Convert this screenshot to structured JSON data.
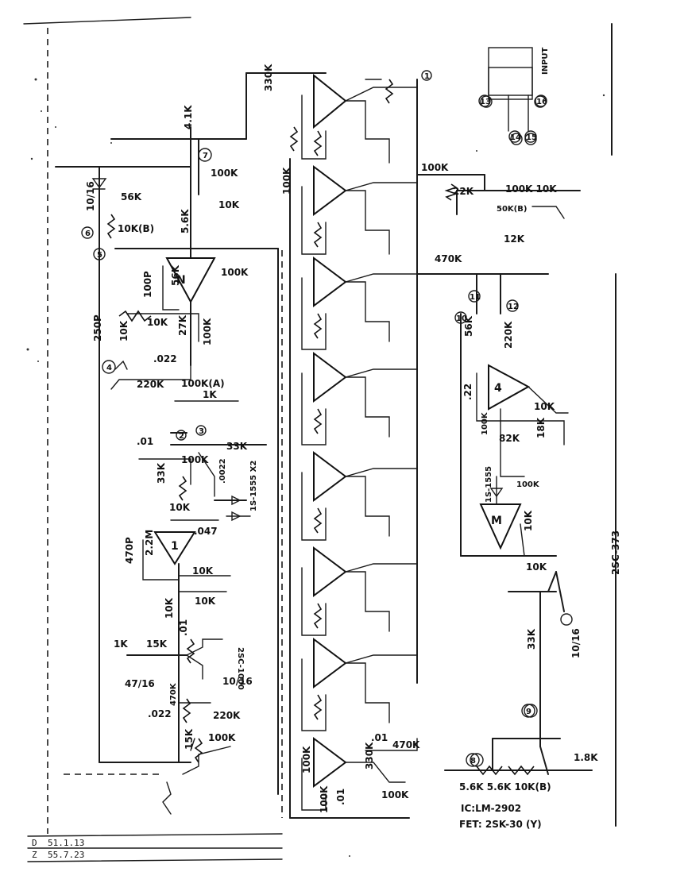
{
  "colors": {
    "ink": "#1a1a1a",
    "paper": "#ffffff"
  },
  "icons": [
    "op-amp-triangle",
    "resistor-zigzag",
    "capacitor",
    "diode",
    "transistor",
    "switch",
    "ground"
  ],
  "labels": {
    "r_330k_top": "330K",
    "r_100k_b2": "100K",
    "r_100k_top_right": "100K",
    "r_22k": "22K",
    "r_100k_10k": "100K 10K",
    "r_50k_b": "50K(B)",
    "r_12k": "12K",
    "r_470k_mid": "470K",
    "r_41k": "4.1K",
    "r_100k_q": "100K",
    "r_10k_q": "10K",
    "r_56k_l": "56K",
    "r_10k_b": "10K(B)",
    "r_56k_v": "5.6K",
    "c_1016": "10/16",
    "r_100k_n": "100K",
    "c_100p": "100P",
    "r_56k_n": "56K",
    "c_250p": "250P",
    "r_10k_a": "10K",
    "r_10k_b2": "10K",
    "r_27k": "27K",
    "r_100k_c": "100K",
    "c_022": ".022",
    "r_220k": "220K",
    "r_100k_a": "100K(A)",
    "r_1k": "1K",
    "c_01": ".01",
    "r_33k": "33K",
    "r_100k_d": "100K",
    "r_33k_v": "33K",
    "c_0022": ".0022",
    "r_10k_e": "10K",
    "c_047": ".047",
    "c_470p": "470P",
    "r_22m": "2.2M",
    "amp_n": "N",
    "amp_4": "4",
    "amp_m": "M",
    "amp_1": "1",
    "r_10k_f": "10K",
    "r_10k_g": "10K",
    "r_10k_h": "10K",
    "c_01_b": ".01",
    "r_1k_b": "1K",
    "r_15k": "15K",
    "t_2sc1000": "2SC-1000",
    "c_4716": "47/16",
    "r_470k_b": "470K",
    "c_1016_b": "10/16",
    "c_022_b": ".022",
    "r_220k_b": "220K",
    "r_15k_b": "15K",
    "r_100k_e": "100K",
    "r_56k_11": "56K",
    "r_220k_12": "220K",
    "c_22": ".22",
    "r_10k_r": "10K",
    "r_100k_r": "100K",
    "r_82k": "82K",
    "r_18k": "18K",
    "r_100k_r2": "100K",
    "d_1s1555": "1S-1555",
    "r_10k_m": "10K",
    "r_10k_m2": "10K",
    "t_2sc373": "2SC-373",
    "r_33k_r": "33K",
    "c_1016_r": "10/16",
    "r_18k_r": "1.8K",
    "r_bottom": "5.6K 5.6K 10K(B)",
    "r_100k_bot": "100K",
    "r_330k_bot": "330K",
    "c_01_bot": ".01",
    "r_470k_bot": "470K",
    "r_100k_bot2": "100K",
    "r_100k_bot3": "100K",
    "c_01_bot2": ".01",
    "ic_note": "IC:LM-2902",
    "fet_note": "FET: 2SK-30 (Y)",
    "d_1s1555_pair": "1S-1555 X2",
    "input_label": "INPUT",
    "title_row1": "51.1.13",
    "title_row2": "55.7.23",
    "title_sig1": "D",
    "title_sig2": "Z"
  },
  "markers": [
    "1",
    "2",
    "3",
    "4",
    "5",
    "6",
    "7",
    "8",
    "9",
    "10",
    "11",
    "12",
    "13",
    "14",
    "15",
    "16"
  ]
}
